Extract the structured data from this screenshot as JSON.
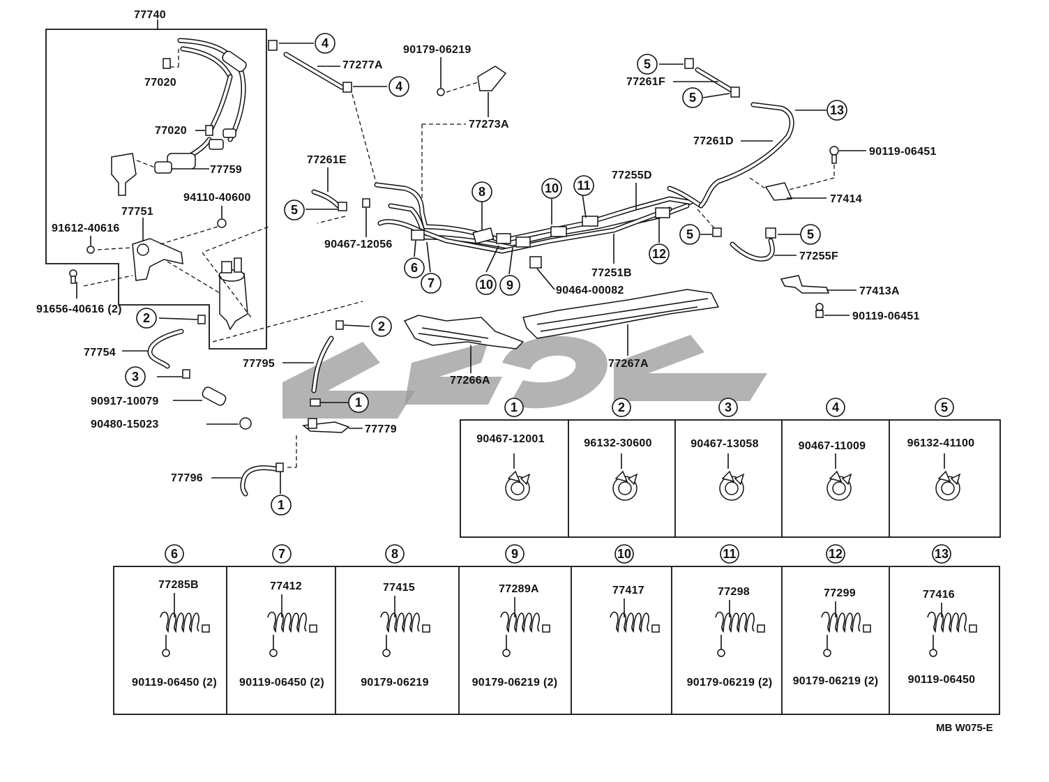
{
  "diagram": {
    "labels": {
      "l77740": "77740",
      "l77020a": "77020",
      "l77020b": "77020",
      "l77759": "77759",
      "l94110": "94110-40600",
      "l77751": "77751",
      "l91612": "91612-40616",
      "l91656": "91656-40616 (2)",
      "l77754": "77754",
      "l90917": "90917-10079",
      "l90480": "90480-15023",
      "l77796": "77796",
      "l77795": "77795",
      "l77779": "77779",
      "l77277A": "77277A",
      "l90179top": "90179-06219",
      "l77273A": "77273A",
      "l77261E": "77261E",
      "l90467_12056": "90467-12056",
      "l90464": "90464-00082",
      "l77255D": "77255D",
      "l77251B": "77251B",
      "l77266A": "77266A",
      "l77267A": "77267A",
      "l77261F": "77261F",
      "l77261D": "77261D",
      "l90119a": "90119-06451",
      "l77414": "77414",
      "l77255F": "77255F",
      "l77413A": "77413A",
      "l90119b": "90119-06451",
      "diagram_code": "MB  W075-E"
    },
    "callouts": {
      "c1": "1",
      "c2": "2",
      "c3": "3",
      "c4": "4",
      "c5": "5",
      "c6": "6",
      "c7": "7",
      "c8": "8",
      "c9": "9",
      "c10": "10",
      "c11": "11",
      "c12": "12",
      "c13": "13"
    },
    "clamp_table": [
      {
        "num": "1",
        "part": "90467-12001"
      },
      {
        "num": "2",
        "part": "96132-30600"
      },
      {
        "num": "3",
        "part": "90467-13058"
      },
      {
        "num": "4",
        "part": "90467-11009"
      },
      {
        "num": "5",
        "part": "96132-41100"
      }
    ],
    "bracket_table": [
      {
        "num": "6",
        "part": "77285B",
        "fastener": "90119-06450 (2)"
      },
      {
        "num": "7",
        "part": "77412",
        "fastener": "90119-06450 (2)"
      },
      {
        "num": "8",
        "part": "77415",
        "fastener": "90179-06219"
      },
      {
        "num": "9",
        "part": "77289A",
        "fastener": "90179-06219 (2)"
      },
      {
        "num": "10",
        "part": "77417",
        "fastener": ""
      },
      {
        "num": "11",
        "part": "77298",
        "fastener": "90179-06219 (2)"
      },
      {
        "num": "12",
        "part": "77299",
        "fastener": "90179-06219 (2)"
      },
      {
        "num": "13",
        "part": "77416",
        "fastener": "90119-06450"
      }
    ],
    "colors": {
      "ink": "#111111",
      "watermark": "#9a9a9a",
      "paper": "#ffffff"
    }
  }
}
